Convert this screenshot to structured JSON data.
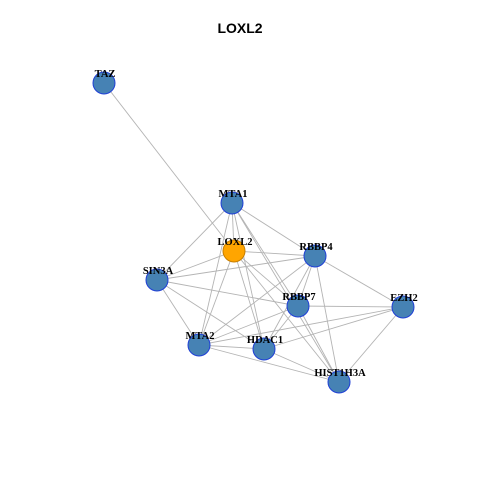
{
  "title": "LOXL2",
  "colors": {
    "edge": "#b4b4b4",
    "node_fill": "#4682b4",
    "node_stroke": "#1f3fd6",
    "focus_fill": "#ffa500",
    "focus_stroke": "#c77e00"
  },
  "nodes": [
    {
      "id": "TAZ",
      "label": "TAZ",
      "focus": false
    },
    {
      "id": "MTA1",
      "label": "MTA1",
      "focus": false
    },
    {
      "id": "LOXL2",
      "label": "LOXL2",
      "focus": true
    },
    {
      "id": "RBBP4",
      "label": "RBBP4",
      "focus": false
    },
    {
      "id": "SIN3A",
      "label": "SIN3A",
      "focus": false
    },
    {
      "id": "RBBP7",
      "label": "RBBP7",
      "focus": false
    },
    {
      "id": "EZH2",
      "label": "EZH2",
      "focus": false
    },
    {
      "id": "MTA2",
      "label": "MTA2",
      "focus": false
    },
    {
      "id": "HDAC1",
      "label": "HDAC1",
      "focus": false
    },
    {
      "id": "HIST1H3A",
      "label": "HIST1H3A",
      "focus": false
    }
  ],
  "edges": [
    [
      "TAZ",
      "LOXL2"
    ],
    [
      "MTA1",
      "LOXL2"
    ],
    [
      "MTA1",
      "RBBP4"
    ],
    [
      "MTA1",
      "SIN3A"
    ],
    [
      "MTA1",
      "RBBP7"
    ],
    [
      "MTA1",
      "MTA2"
    ],
    [
      "MTA1",
      "HDAC1"
    ],
    [
      "MTA1",
      "HIST1H3A"
    ],
    [
      "LOXL2",
      "RBBP4"
    ],
    [
      "LOXL2",
      "SIN3A"
    ],
    [
      "LOXL2",
      "RBBP7"
    ],
    [
      "LOXL2",
      "MTA2"
    ],
    [
      "LOXL2",
      "HDAC1"
    ],
    [
      "LOXL2",
      "HIST1H3A"
    ],
    [
      "RBBP4",
      "SIN3A"
    ],
    [
      "RBBP4",
      "RBBP7"
    ],
    [
      "RBBP4",
      "EZH2"
    ],
    [
      "RBBP4",
      "MTA2"
    ],
    [
      "RBBP4",
      "HDAC1"
    ],
    [
      "RBBP4",
      "HIST1H3A"
    ],
    [
      "SIN3A",
      "RBBP7"
    ],
    [
      "SIN3A",
      "MTA2"
    ],
    [
      "SIN3A",
      "HDAC1"
    ],
    [
      "RBBP7",
      "EZH2"
    ],
    [
      "RBBP7",
      "MTA2"
    ],
    [
      "RBBP7",
      "HDAC1"
    ],
    [
      "RBBP7",
      "HIST1H3A"
    ],
    [
      "EZH2",
      "MTA2"
    ],
    [
      "EZH2",
      "HDAC1"
    ],
    [
      "EZH2",
      "HIST1H3A"
    ],
    [
      "MTA2",
      "HDAC1"
    ],
    [
      "MTA2",
      "HIST1H3A"
    ],
    [
      "HDAC1",
      "HIST1H3A"
    ]
  ]
}
